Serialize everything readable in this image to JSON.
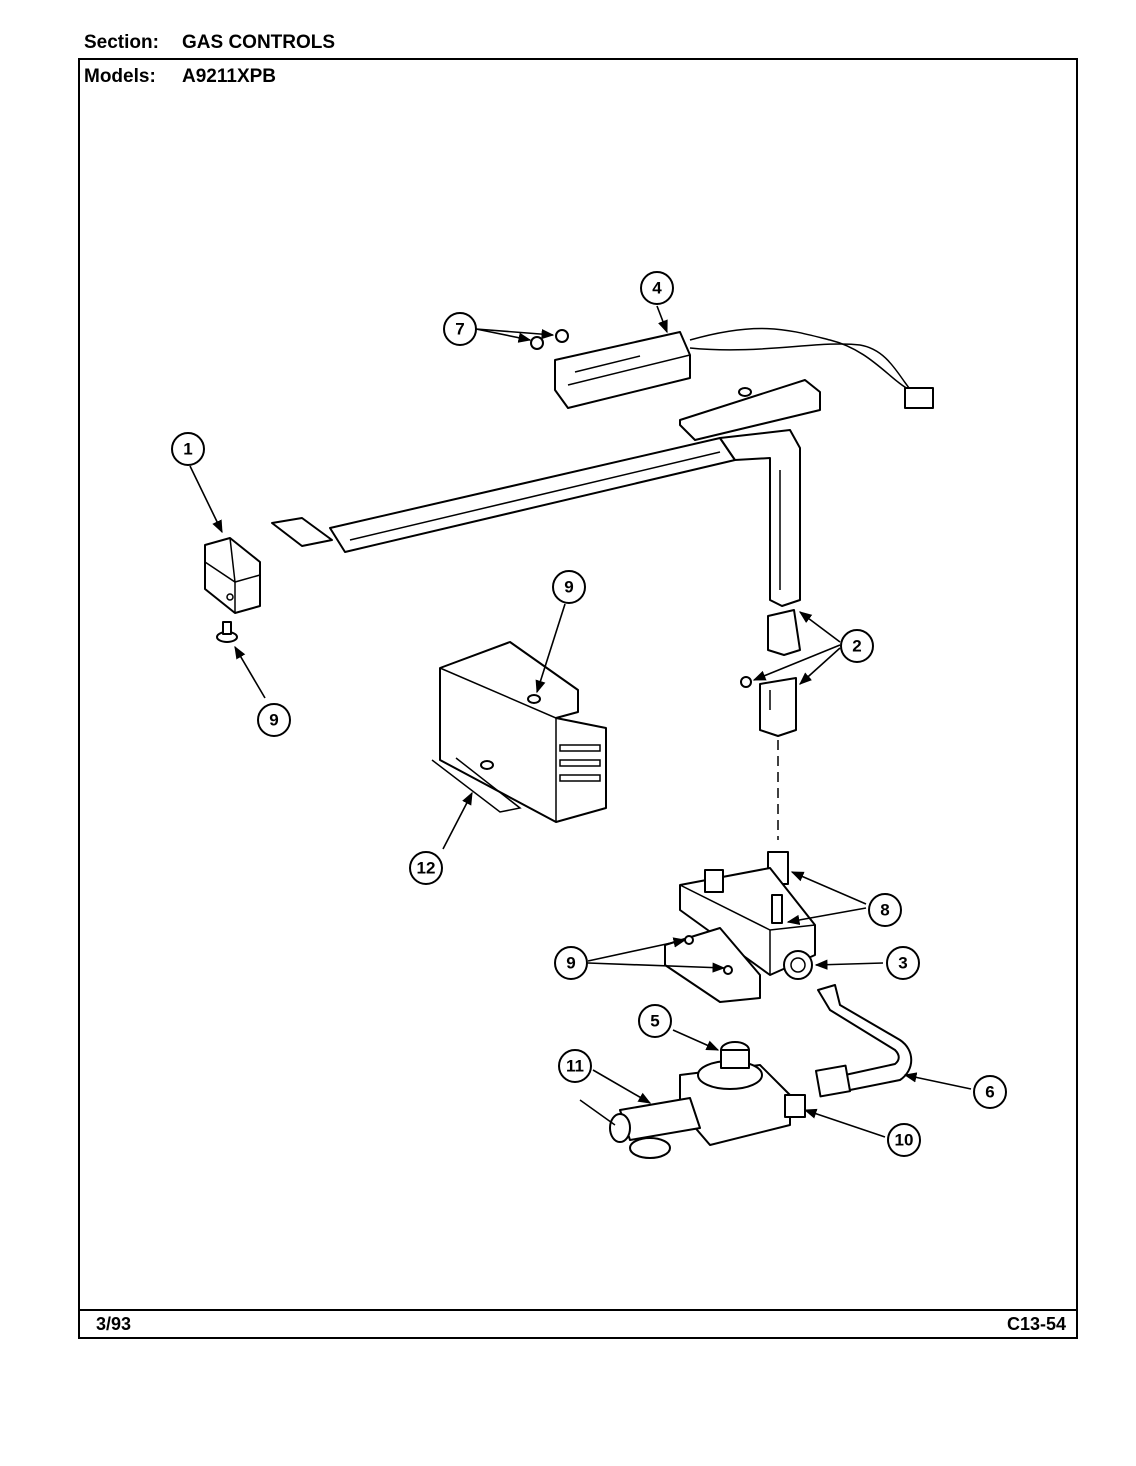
{
  "header": {
    "section_label": "Section:",
    "section_value": "GAS CONTROLS",
    "models_label": "Models:",
    "models_value": "A9211XPB"
  },
  "footer": {
    "date": "3/93",
    "code": "C13-54"
  },
  "callouts": [
    "1",
    "2",
    "3",
    "4",
    "5",
    "6",
    "7",
    "8",
    "9",
    "9",
    "9",
    "10",
    "11",
    "12"
  ]
}
